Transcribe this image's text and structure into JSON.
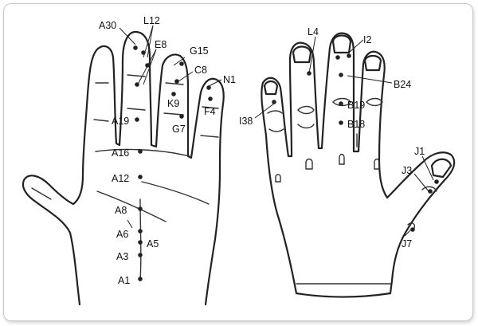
{
  "labels": {
    "a30": "A30",
    "l12": "L12",
    "e8": "E8",
    "g15": "G15",
    "c8": "C8",
    "n1": "N1",
    "k9": "K9",
    "f4": "F4",
    "g7": "G7",
    "a19": "A19",
    "a16": "A16",
    "a12": "A12",
    "a8": "A8",
    "a6": "A6",
    "a5": "A5",
    "a3": "A3",
    "a1": "A1",
    "l4": "L4",
    "i2": "I2",
    "b24": "B24",
    "b19": "B19",
    "b18": "B18",
    "i38": "I38",
    "j1": "J1",
    "j3": "J3",
    "j7": "J7"
  },
  "colors": {
    "line": "#222222",
    "frame_border": "#c9c9c9",
    "background": "#ffffff"
  }
}
